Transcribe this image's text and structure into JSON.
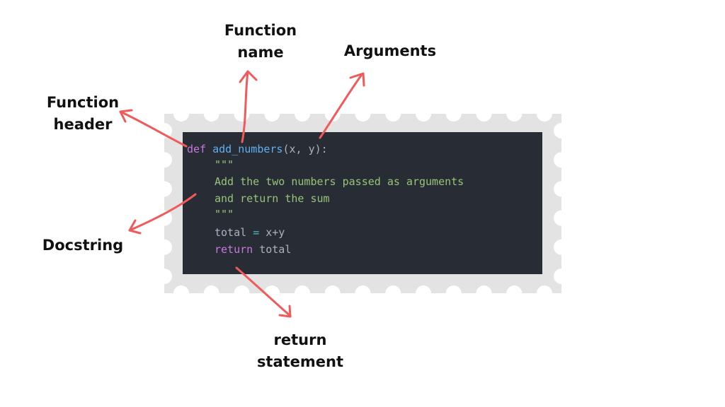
{
  "colors": {
    "arrow": "#f15a5a",
    "stamp_border": "#e3e3e3",
    "code_background": "#282c34",
    "keyword": "#c678dd",
    "function_name": "#61afef",
    "plain_text": "#abb2bf",
    "string": "#98c379",
    "operator": "#56b6c2",
    "label_text": "#111111"
  },
  "code": {
    "line1": {
      "keyword": "def",
      "function_name": "add_numbers",
      "arguments": "(x, y):"
    },
    "docstring_open": "\"\"\"",
    "docstring_line1": "Add the two numbers passed as arguments",
    "docstring_line2": "and return the sum",
    "docstring_close": "\"\"\"",
    "line6": {
      "variable": "total",
      "operator": "=",
      "expression": "x+y"
    },
    "line7": {
      "keyword": "return",
      "value": "total"
    }
  },
  "labels": {
    "function_name": [
      "Function",
      "name"
    ],
    "arguments": "Arguments",
    "function_header": [
      "Function",
      "header"
    ],
    "docstring": "Docstring",
    "return_statement": [
      "return",
      "statement"
    ]
  }
}
